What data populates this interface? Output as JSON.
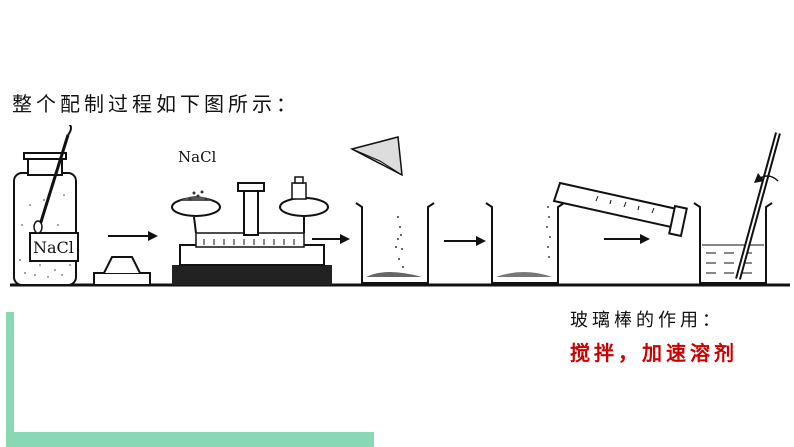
{
  "heading": "整个配制过程如下图所示：",
  "labels": {
    "bottle": "NaCl",
    "balance": "NaCl"
  },
  "caption": {
    "line1": "玻璃棒的作用：",
    "line2": "搅拌，加速溶剂"
  },
  "colors": {
    "caption_highlight": "#cc0000",
    "accent_green": "#88d8b4",
    "line": "#111111"
  },
  "icons": [
    "reagent-bottle-icon",
    "spatula-icon",
    "weighing-block-icon",
    "balance-scale-icon",
    "weight-icon",
    "paper-funnel-icon",
    "beaker-icon",
    "graduated-cylinder-icon",
    "glass-rod-icon",
    "arrow-right-icon"
  ]
}
